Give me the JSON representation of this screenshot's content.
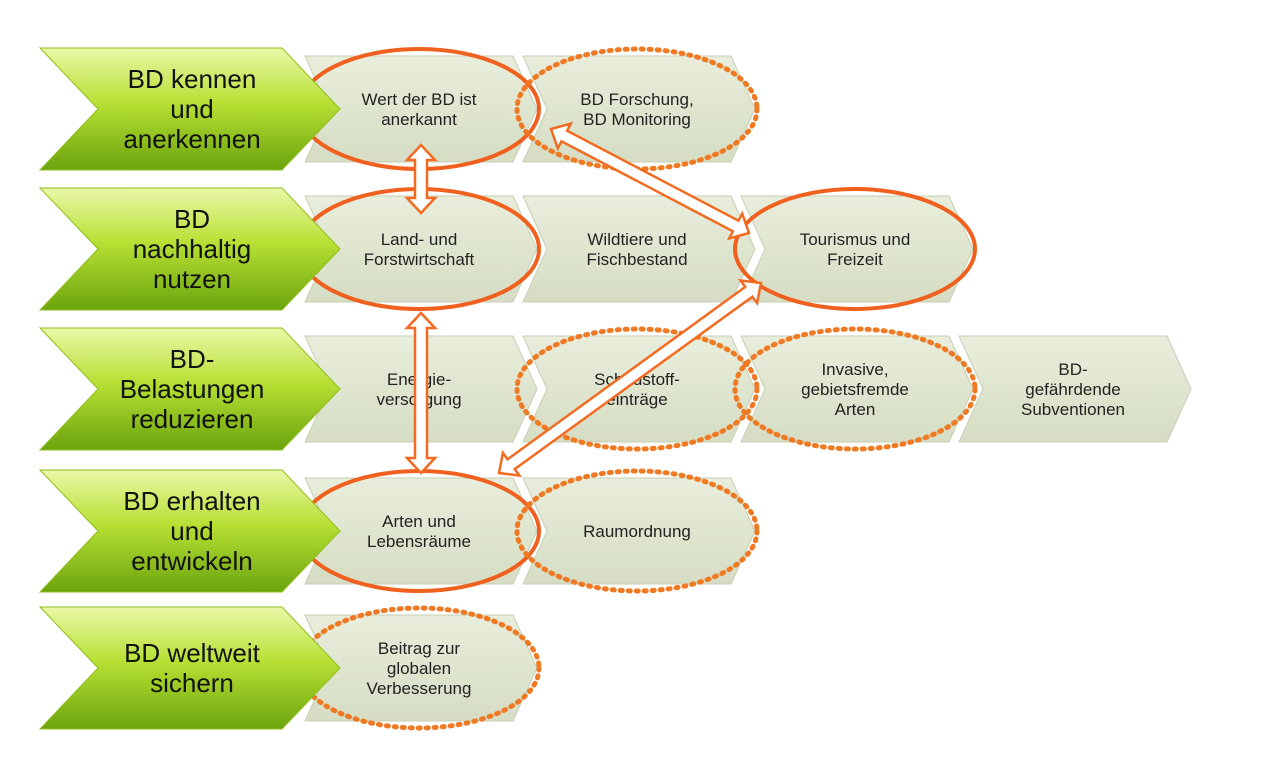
{
  "colors": {
    "green_light": "#e9f7a4",
    "green_mid": "#a7d62a",
    "green_dark": "#6ea70f",
    "box_fill": "#dfe6d0",
    "box_stroke": "#c5cfb6",
    "accent_orange": "#f26b21",
    "ellipse_solid": "#f0601e",
    "ellipse_dotted": "#f07a24"
  },
  "rows": [
    {
      "label_lines": [
        "BD kennen",
        "und",
        "anerkennen"
      ],
      "boxes": [
        {
          "lines": [
            "Wert der BD ist",
            "anerkannt"
          ],
          "mark": "solid"
        },
        {
          "lines": [
            "BD Forschung,",
            "BD Monitoring"
          ],
          "mark": "dotted"
        }
      ]
    },
    {
      "label_lines": [
        "BD",
        "nachhaltig",
        "nutzen"
      ],
      "boxes": [
        {
          "lines": [
            "Land- und",
            "Forstwirtschaft"
          ],
          "mark": "solid"
        },
        {
          "lines": [
            "Wildtiere und",
            "Fischbestand"
          ],
          "mark": "none"
        },
        {
          "lines": [
            "Tourismus und",
            "Freizeit"
          ],
          "mark": "solid"
        }
      ]
    },
    {
      "label_lines": [
        "BD-",
        "Belastungen",
        "reduzieren"
      ],
      "boxes": [
        {
          "lines": [
            "Energie-",
            "versorgung"
          ],
          "mark": "none"
        },
        {
          "lines": [
            "Schadstoff-",
            "einträge"
          ],
          "mark": "dotted"
        },
        {
          "lines": [
            "Invasive,",
            "gebietsfremde",
            "Arten"
          ],
          "mark": "dotted"
        },
        {
          "lines": [
            "BD-",
            "gefährdende",
            "Subventionen"
          ],
          "mark": "none"
        }
      ]
    },
    {
      "label_lines": [
        "BD erhalten",
        "und",
        "entwickeln"
      ],
      "boxes": [
        {
          "lines": [
            "Arten und",
            "Lebensräume"
          ],
          "mark": "solid"
        },
        {
          "lines": [
            "Raumordnung"
          ],
          "mark": "dotted"
        }
      ]
    },
    {
      "label_lines": [
        "BD weltweit",
        "sichern"
      ],
      "boxes": [
        {
          "lines": [
            "Beitrag zur",
            "globalen",
            "Verbesserung"
          ],
          "mark": "dotted"
        }
      ]
    }
  ]
}
